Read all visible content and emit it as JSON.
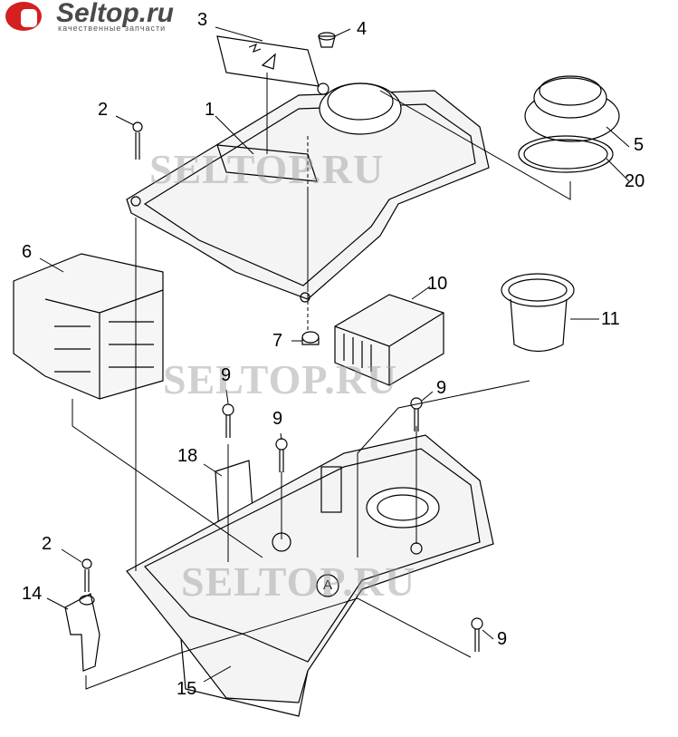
{
  "logo": {
    "name": "Seltop.ru",
    "tagline": "качественные запчасти"
  },
  "watermark": "SELTOP.RU",
  "callouts": [
    "3",
    "4",
    "2",
    "1",
    "5",
    "20",
    "6",
    "10",
    "11",
    "7",
    "9",
    "9",
    "9",
    "18",
    "2",
    "14",
    "9",
    "15"
  ],
  "diagram_parts": {
    "inspection_mark": "A"
  }
}
